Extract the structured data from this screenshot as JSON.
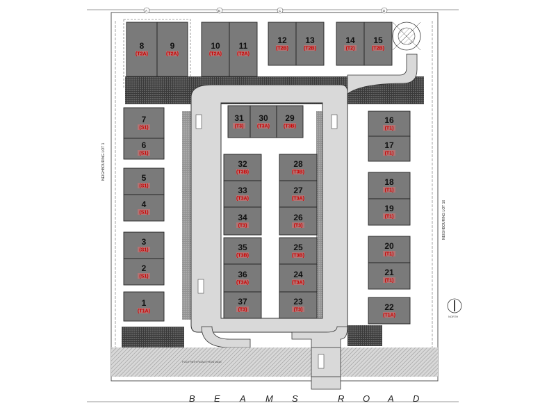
{
  "road_name_letters": [
    "B",
    "E",
    "A",
    "M",
    "S",
    "R",
    "O",
    "A",
    "D"
  ],
  "north_label": "NORTH",
  "neighbour_left": "NEIGHBOURING LOT 1",
  "neighbour_right": "NEIGHBOURING LOT 16",
  "section_labels": [
    "A",
    "B",
    "C",
    "D"
  ],
  "frontage_label": "FOOTPATH ROAD FRONTAGE",
  "lots": [
    {
      "num": "8",
      "type": "T2A"
    },
    {
      "num": "9",
      "type": "T2A"
    },
    {
      "num": "10",
      "type": "T2A"
    },
    {
      "num": "11",
      "type": "T2A"
    },
    {
      "num": "12",
      "type": "T2B"
    },
    {
      "num": "13",
      "type": "T2B"
    },
    {
      "num": "14",
      "type": "T2"
    },
    {
      "num": "15",
      "type": "T2B"
    },
    {
      "num": "7",
      "type": "S1"
    },
    {
      "num": "6",
      "type": "S1"
    },
    {
      "num": "5",
      "type": "S1"
    },
    {
      "num": "4",
      "type": "S1"
    },
    {
      "num": "3",
      "type": "S1"
    },
    {
      "num": "2",
      "type": "S1"
    },
    {
      "num": "1",
      "type": "T1A"
    },
    {
      "num": "31",
      "type": "T3"
    },
    {
      "num": "30",
      "type": "T3A"
    },
    {
      "num": "29",
      "type": "T3B"
    },
    {
      "num": "32",
      "type": "T3B"
    },
    {
      "num": "33",
      "type": "T3A"
    },
    {
      "num": "34",
      "type": "T3"
    },
    {
      "num": "35",
      "type": "T3B"
    },
    {
      "num": "36",
      "type": "T3A"
    },
    {
      "num": "37",
      "type": "T3"
    },
    {
      "num": "28",
      "type": "T3B"
    },
    {
      "num": "27",
      "type": "T3A"
    },
    {
      "num": "26",
      "type": "T3"
    },
    {
      "num": "25",
      "type": "T3B"
    },
    {
      "num": "24",
      "type": "T3A"
    },
    {
      "num": "23",
      "type": "T3"
    },
    {
      "num": "16",
      "type": "T1"
    },
    {
      "num": "17",
      "type": "T1"
    },
    {
      "num": "18",
      "type": "T1"
    },
    {
      "num": "19",
      "type": "T1"
    },
    {
      "num": "20",
      "type": "T1"
    },
    {
      "num": "21",
      "type": "T1"
    },
    {
      "num": "22",
      "type": "T1A"
    }
  ]
}
